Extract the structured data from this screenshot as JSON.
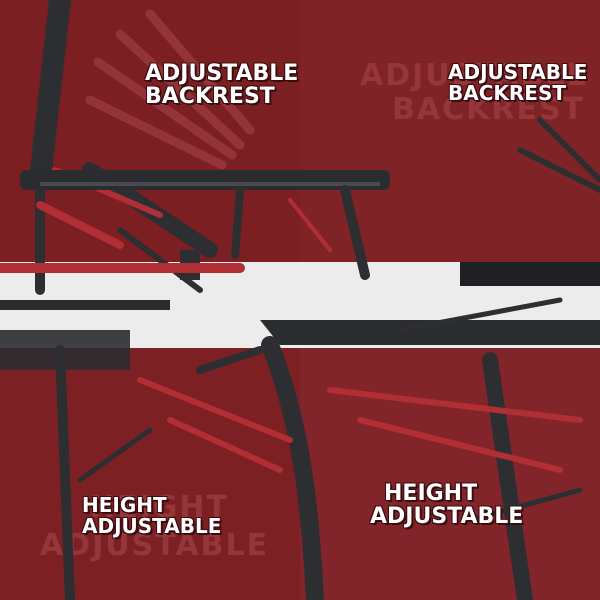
{
  "panels": {
    "top_left": {
      "caption_line1": "ADJUSTABLE",
      "caption_line2": "BACKREST"
    },
    "top_right": {
      "ghost_line1": "ADJUSTABLE",
      "ghost_line2": "BACKREST",
      "caption_line1": "ADJUSTABLE",
      "caption_line2": "BACKREST"
    },
    "bottom_left": {
      "ghost_line1": "HEIGHT",
      "ghost_line2": "ADJUSTABLE",
      "caption_line1": "HEIGHT",
      "caption_line2": "ADJUSTABLE"
    },
    "bottom_right": {
      "caption_line1": "HEIGHT",
      "caption_line2": "ADJUSTABLE"
    }
  },
  "colors": {
    "background": "#7d2024",
    "frame": "#2e2f33",
    "pad": "#ececec",
    "caption_text": "#ffffff"
  }
}
